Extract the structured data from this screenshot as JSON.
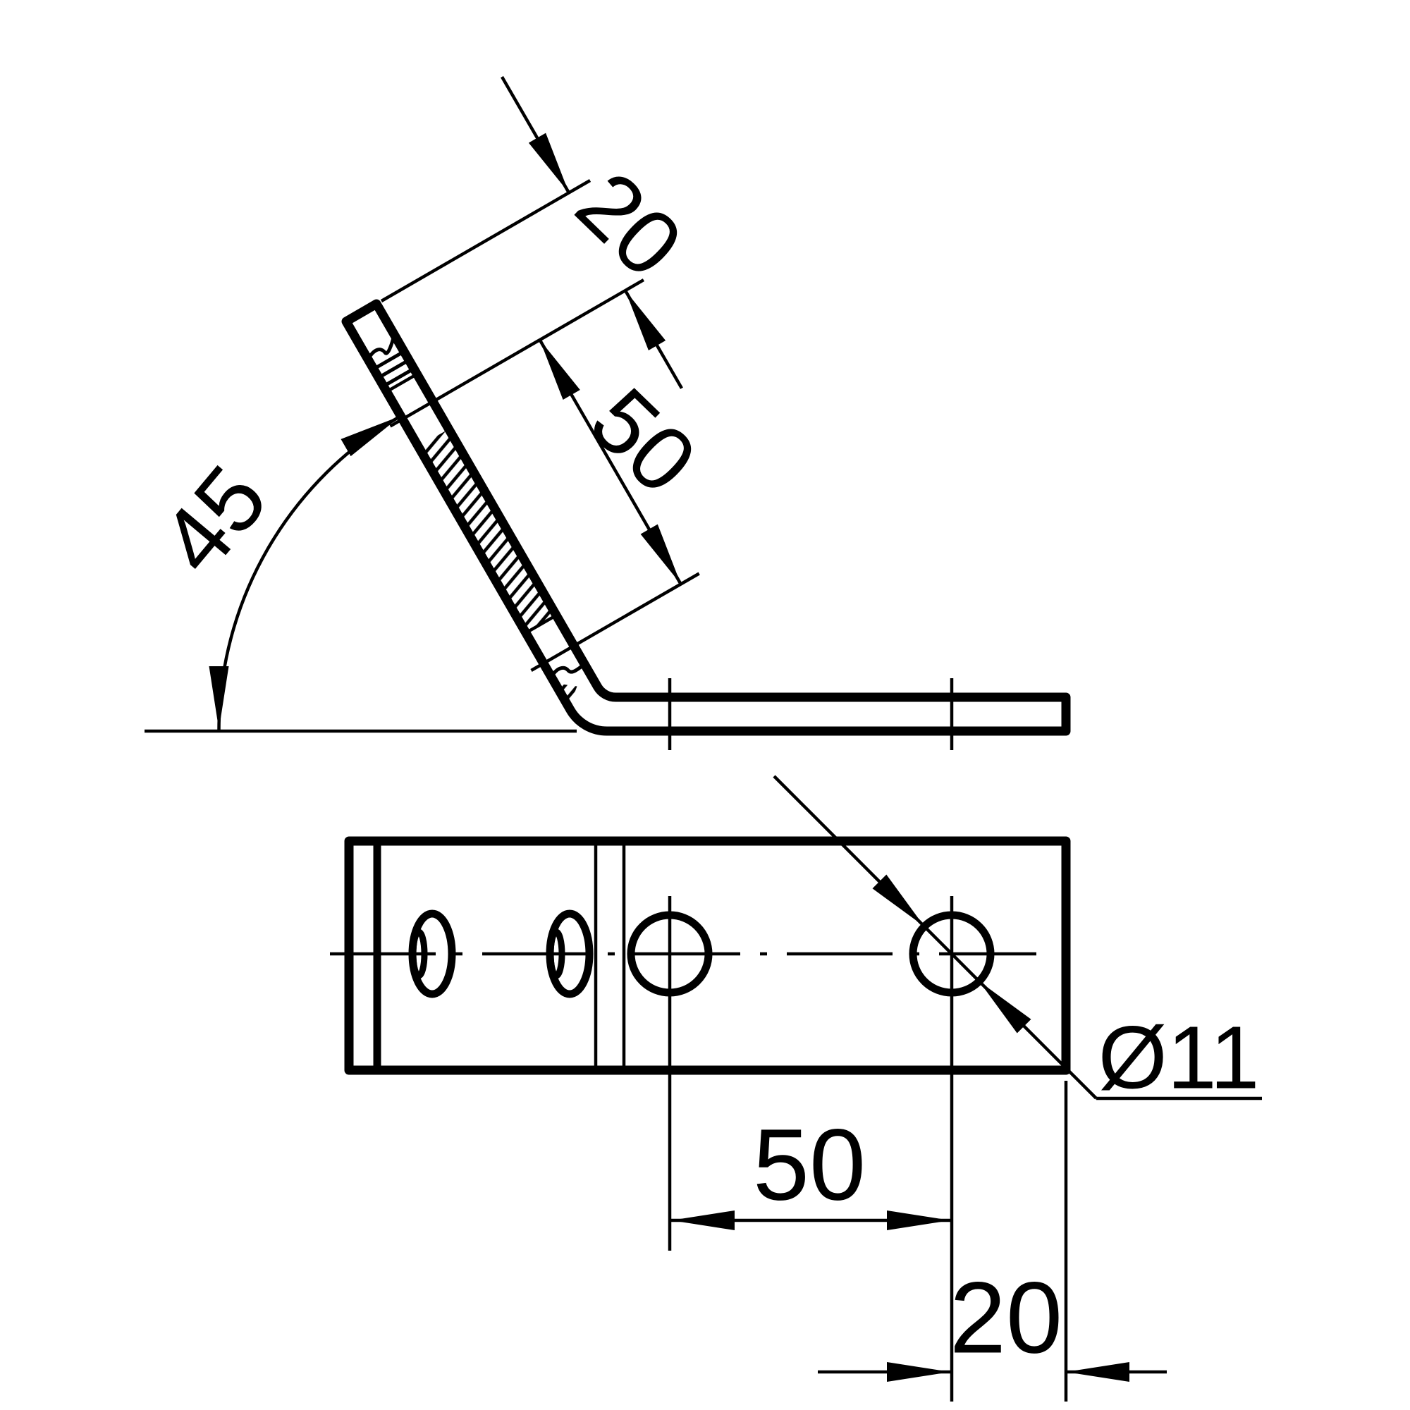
{
  "drawing": {
    "type": "technical-drawing",
    "part": "angle-bracket",
    "background_color": "#ffffff",
    "line_color": "#000000",
    "side_view": {
      "angle_label": "45",
      "end_offset_label": "20",
      "hole_spacing_label": "50"
    },
    "plan_view": {
      "hole_spacing_label": "50",
      "end_offset_label": "20",
      "hole_diameter_label": "Ø11"
    }
  }
}
